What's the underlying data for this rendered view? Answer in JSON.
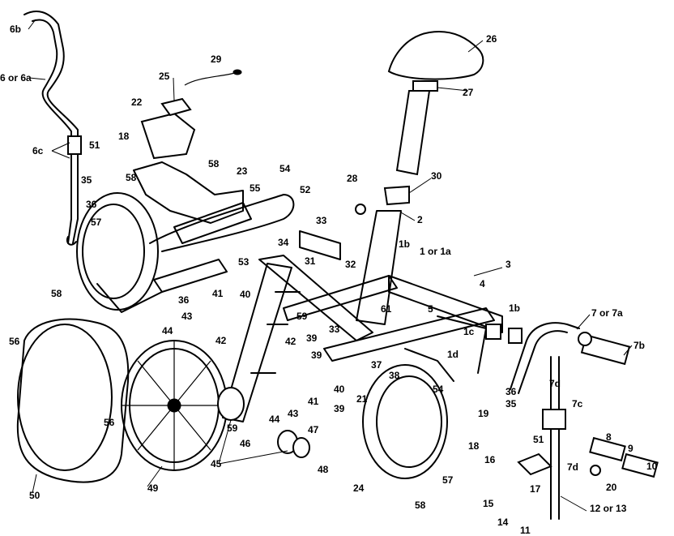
{
  "labels": {
    "L6b": "6b",
    "L6a": "6 or 6a",
    "L6c": "6c",
    "L51a": "51",
    "L18a": "18",
    "L35a": "35",
    "L58a": "58",
    "L36a": "36",
    "L57a": "57",
    "L29": "29",
    "L25": "25",
    "L22": "22",
    "L58b": "58",
    "L23": "23",
    "L54": "54",
    "L55": "55",
    "L52": "52",
    "L53": "53",
    "L26": "26",
    "L27": "27",
    "L28": "28",
    "L30": "30",
    "L2": "2",
    "L33a": "33",
    "L34": "34",
    "L31": "31",
    "L32": "32",
    "L1b": "1b",
    "L1": "1 or 1a",
    "L3": "3",
    "L4": "4",
    "L58c": "58",
    "L36b": "36",
    "L43a": "43",
    "L41a": "41",
    "L40a": "40",
    "L44a": "44",
    "L42a": "42",
    "L59a": "59",
    "L33b": "33",
    "L61": "61",
    "L5": "5",
    "L1b2": "1b",
    "L1c": "1c",
    "L1d": "1d",
    "L56a": "56",
    "L56b": "56",
    "L39a": "39",
    "L42b": "42",
    "L39b": "39",
    "L37": "37",
    "L38": "38",
    "L21": "21",
    "L40b": "40",
    "L41b": "41",
    "L43b": "43",
    "L44b": "44",
    "L39c": "39",
    "L54b": "54",
    "L59b": "59",
    "L46": "46",
    "L47": "47",
    "L45": "45",
    "L48": "48",
    "L50": "50",
    "L49": "49",
    "L24": "24",
    "L58d": "58",
    "L57b": "57",
    "L7": "7 or 7a",
    "L7b": "7b",
    "L7d": "7d",
    "L36c": "36",
    "L35b": "35",
    "L7c": "7c",
    "L19": "19",
    "L18b": "18",
    "L51b": "51",
    "L16": "16",
    "L8": "8",
    "L9": "9",
    "L10": "10",
    "L7d2": "7d",
    "L17": "17",
    "L20": "20",
    "L15": "15",
    "L14": "14",
    "L11": "11",
    "L12": "12 or 13"
  }
}
